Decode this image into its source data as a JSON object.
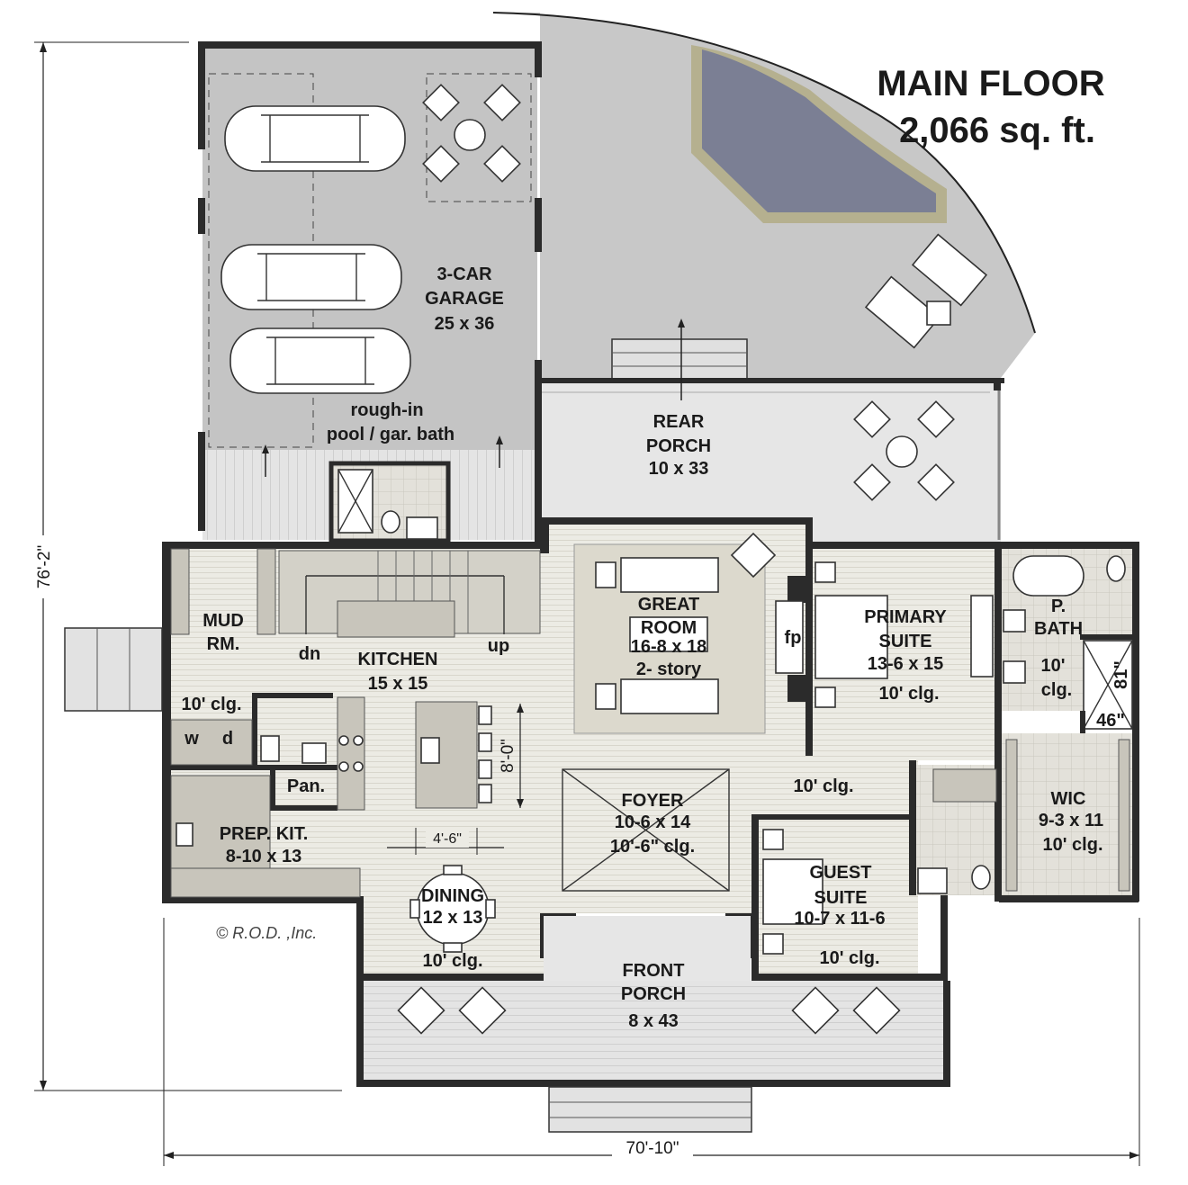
{
  "header": {
    "title": "MAIN FLOOR",
    "area": "2,066 sq. ft."
  },
  "dimensions": {
    "overall_depth": "76'-2\"",
    "overall_width": "70'-10\"",
    "kitchen_island_length": "8'-0\"",
    "kitchen_aisle": "4'-6\"",
    "shower_length": "81\"",
    "shower_width": "46\""
  },
  "rooms": {
    "garage": {
      "name_line1": "3-CAR",
      "name_line2": "GARAGE",
      "size": "25 x 36"
    },
    "garage_bath": {
      "line1": "rough-in",
      "line2": "pool / gar. bath"
    },
    "rear_porch": {
      "name": "REAR",
      "name_line2": "PORCH",
      "size": "10 x 33"
    },
    "mud_room": {
      "name_line1": "MUD",
      "name_line2": "RM.",
      "ceiling": "10' clg."
    },
    "laundry": {
      "washer": "w",
      "dryer": "d"
    },
    "kitchen": {
      "name": "KITCHEN",
      "size": "15 x 15",
      "stairs_down": "dn",
      "stairs_up": "up"
    },
    "pantry": {
      "name": "Pan."
    },
    "prep_kitchen": {
      "name": "PREP. KIT.",
      "size": "8-10 x 13"
    },
    "dining": {
      "name": "DINING",
      "size": "12 x 13",
      "ceiling": "10' clg."
    },
    "great_room": {
      "name_line1": "GREAT",
      "name_line2": "ROOM",
      "size": "16-8 x 18",
      "note": "2- story",
      "fireplace": "fp"
    },
    "foyer": {
      "name": "FOYER",
      "size": "10-6 x 14",
      "ceiling": "10'-6\" clg."
    },
    "hall": {
      "ceiling": "10' clg."
    },
    "primary_suite": {
      "name_line1": "PRIMARY",
      "name_line2": "SUITE",
      "size": "13-6 x 15",
      "ceiling": "10' clg."
    },
    "primary_bath": {
      "name_line1": "P.",
      "name_line2": "BATH",
      "ceiling_line1": "10'",
      "ceiling_line2": "clg."
    },
    "wic": {
      "name": "WIC",
      "size": "9-3 x 11",
      "ceiling": "10' clg."
    },
    "guest_suite": {
      "name_line1": "GUEST",
      "name_line2": "SUITE",
      "size": "10-7 x 11-6",
      "ceiling": "10' clg."
    },
    "front_porch": {
      "name_line1": "FRONT",
      "name_line2": "PORCH",
      "size": "8 x 43"
    }
  },
  "copyright": "© R.O.D. ,Inc.",
  "colors": {
    "wall": "#2b2b2b",
    "pool_water": "#7b7f94",
    "patio": "#c8c8c8",
    "garage_floor": "#c4c4c4",
    "interior_floor": "#e9e7e0"
  }
}
